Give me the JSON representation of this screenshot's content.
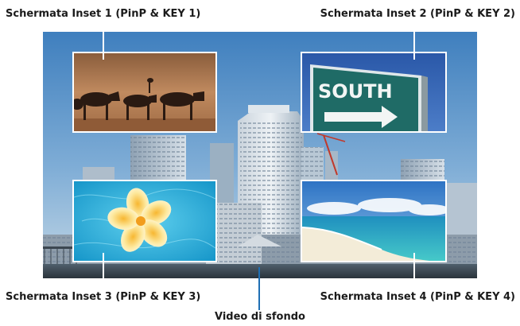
{
  "labels": {
    "inset1": "Schermata Inset 1 (PinP & KEY 1)",
    "inset2": "Schermata Inset 2 (PinP & KEY 2)",
    "inset3": "Schermata Inset 3 (PinP & KEY 3)",
    "inset4": "Schermata Inset 4 (PinP & KEY 4)",
    "background": "Video di sfondo"
  },
  "insets": {
    "inset2": {
      "sign_text": "SOUTH"
    }
  },
  "colors": {
    "connector_dark": "#1f6fb4",
    "sky_top": "#3f82c0",
    "sky_bottom": "#b7d1e4"
  }
}
